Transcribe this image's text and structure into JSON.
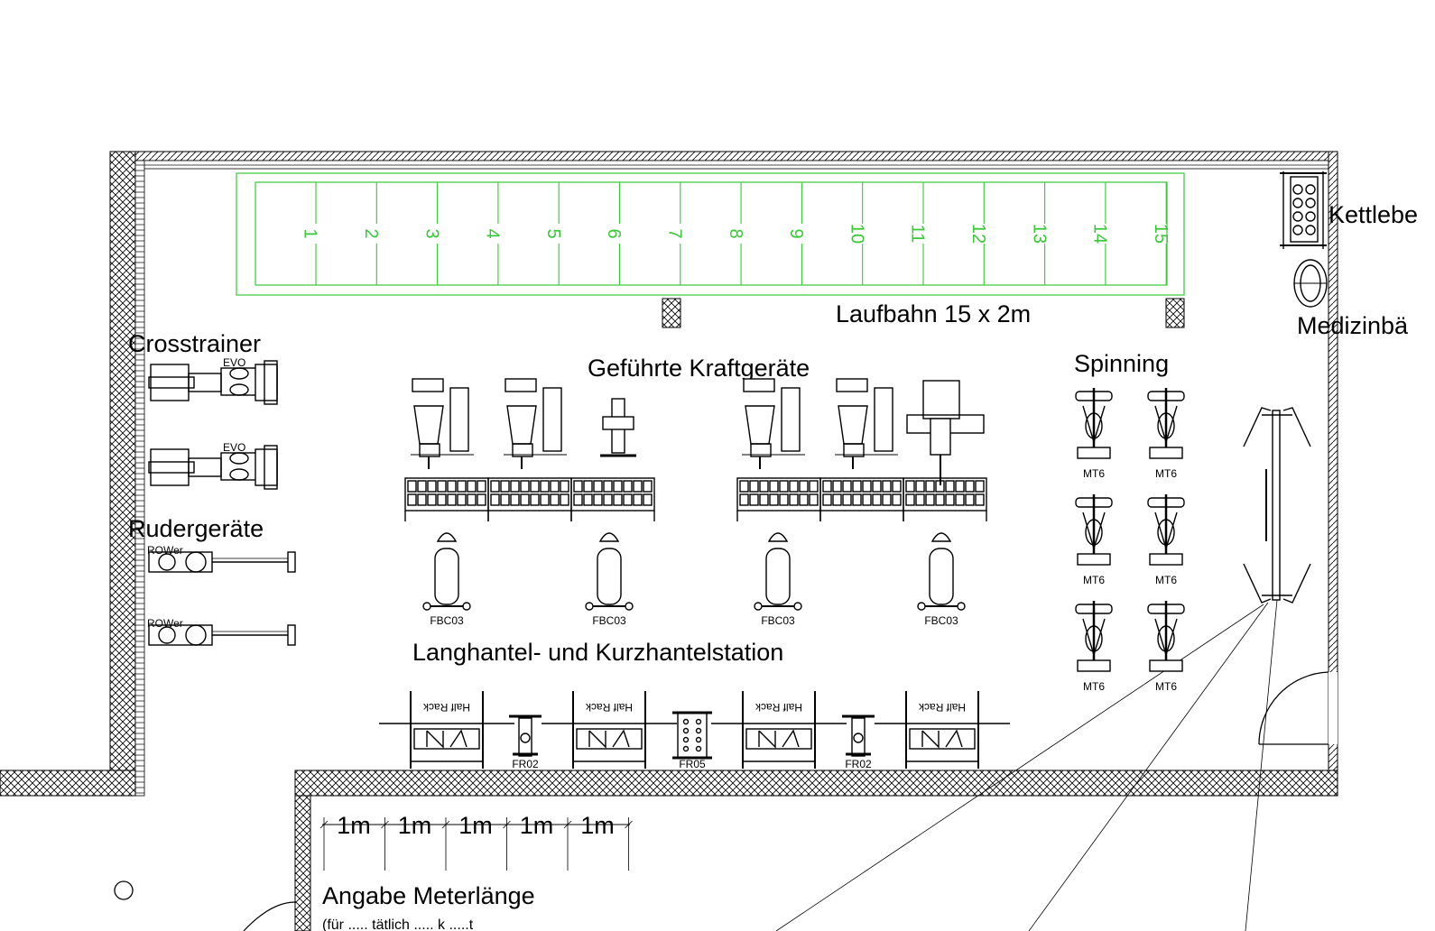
{
  "areas": {
    "crosstrainer": "Crosstrainer",
    "rudergeraete": "Rudergeräte",
    "gefuehrte_kraftgeraete": "Geführte Kraftgeräte",
    "spinning": "Spinning",
    "laufbahn": "Laufbahn 15 x 2m",
    "hantelstation": "Langhantel- und Kurzhantelstation",
    "kettlebells": "Kettlebe",
    "medizinbaelle": "Medizinbä",
    "meterangabe": "Angabe Meterlänge",
    "meterangabe_sub": "(für ..... tätlich ..... k .....t"
  },
  "lane_numbers": [
    "1",
    "2",
    "3",
    "4",
    "5",
    "6",
    "7",
    "8",
    "9",
    "10",
    "11",
    "12",
    "13",
    "14",
    "15"
  ],
  "scale_labels": [
    "1m",
    "1m",
    "1m",
    "1m",
    "1m"
  ],
  "equipment": {
    "crosstrainer_code": "EVO",
    "rower_code": "ROWer",
    "bench_code": "FBC03",
    "bike_code": "MT6",
    "rack_label": "Half Rack",
    "dumbbell_codes": [
      "FR02",
      "FR05",
      "FR02"
    ]
  },
  "colors": {
    "wall": "#000000",
    "lane": "#37c837",
    "background": "#ffffff"
  }
}
